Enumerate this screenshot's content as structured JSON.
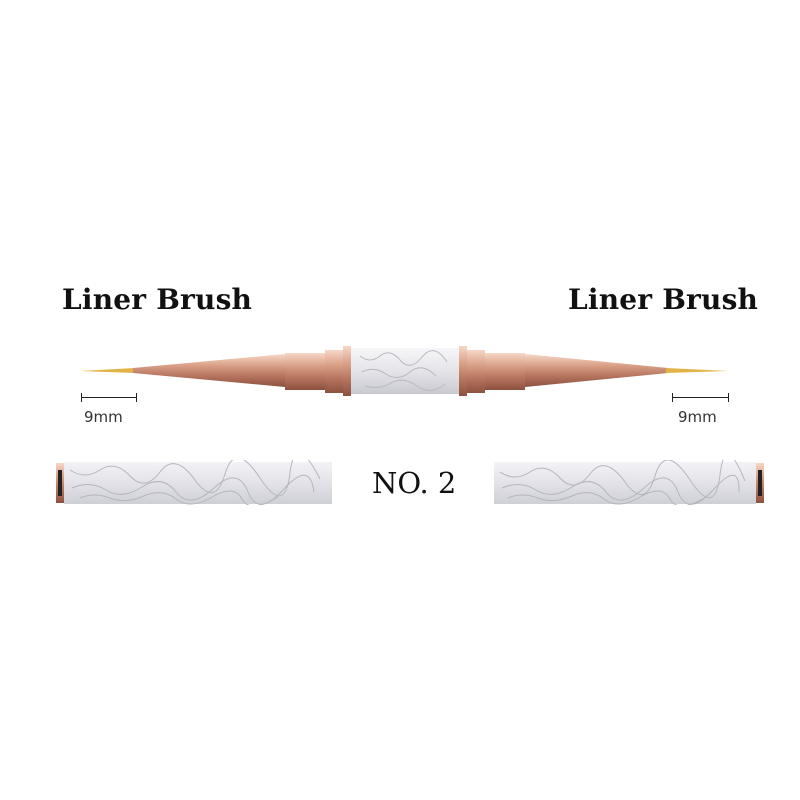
{
  "labels": {
    "left_title": "Liner Brush",
    "right_title": "Liner Brush",
    "left_length": "9mm",
    "right_length": "9mm",
    "model": "NO. 2"
  },
  "colors": {
    "rose_gold": "#d9a087",
    "rose_gold_dark": "#9e5f48",
    "marble": "#e6e6ea",
    "bristle": "#e2b347",
    "text": "#111111"
  }
}
